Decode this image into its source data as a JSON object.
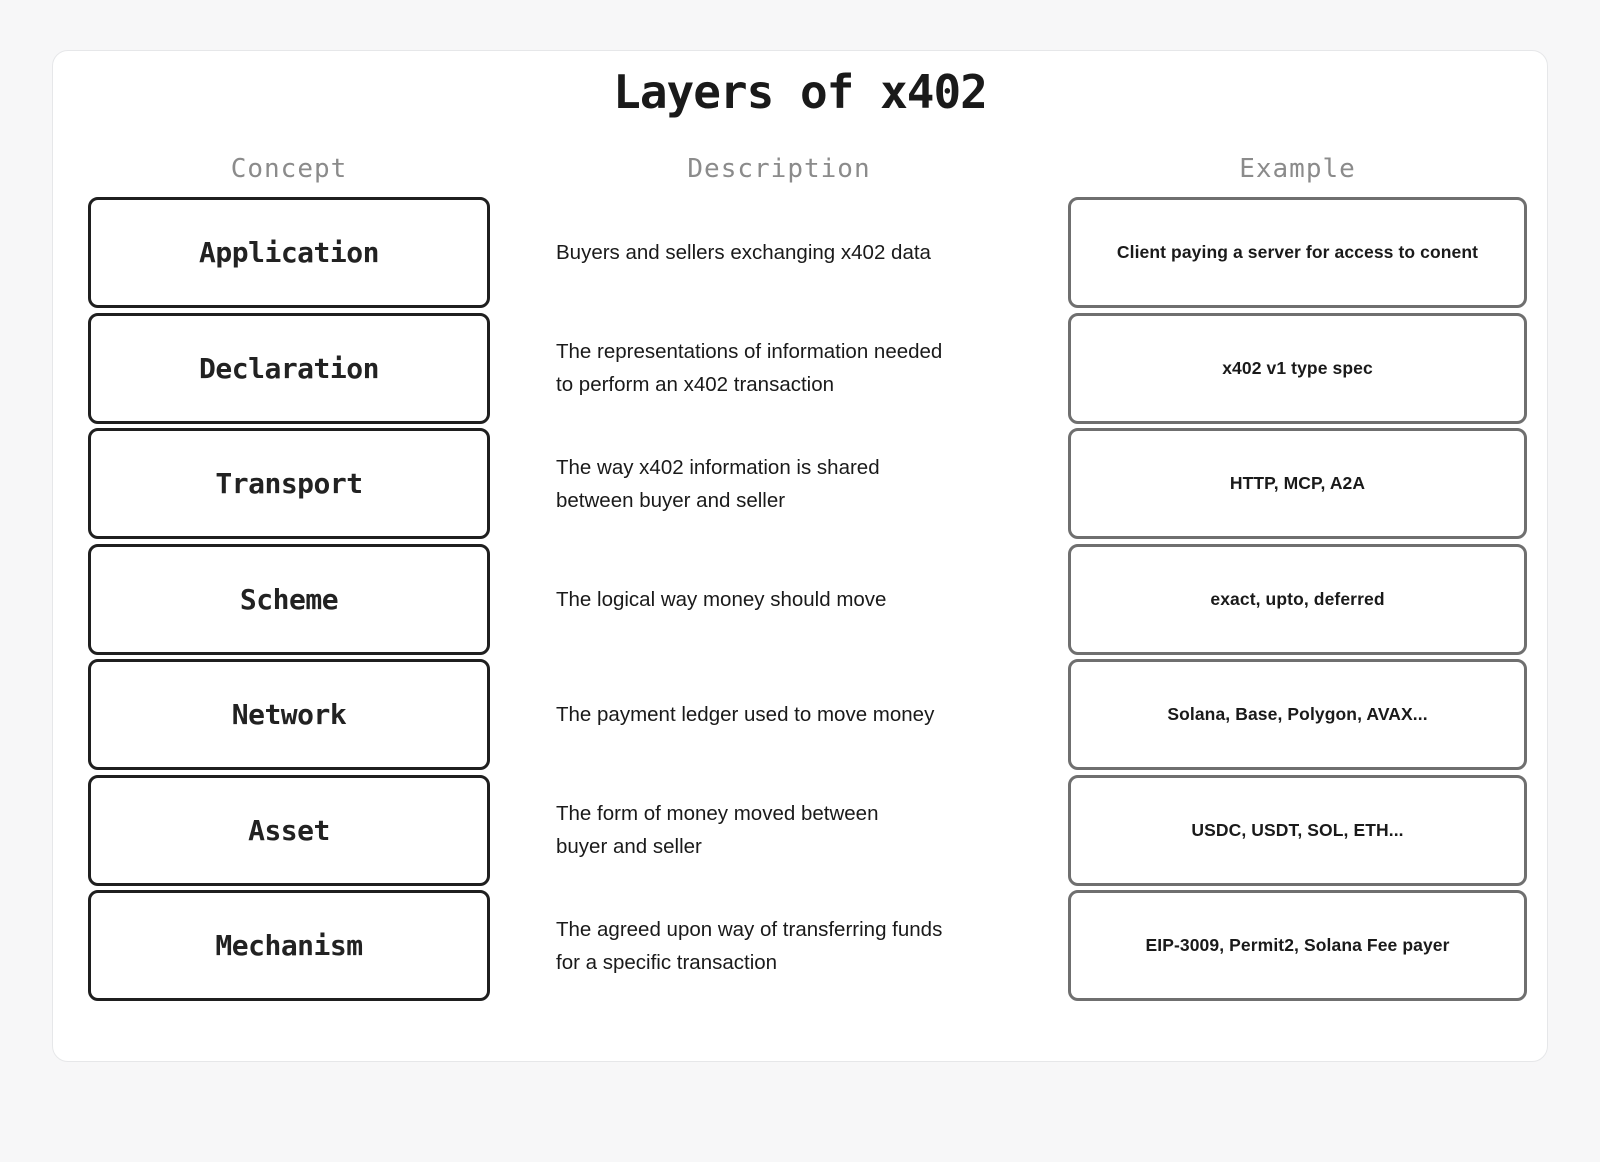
{
  "page": {
    "title": "Layers of x402"
  },
  "columns": [
    {
      "label": "Concept"
    },
    {
      "label": "Description"
    },
    {
      "label": "Example"
    }
  ],
  "colors": {
    "page_background": "#f7f7f8",
    "card_background": "#ffffff",
    "card_border": "#e6e7e9",
    "concept_box_border": "#1f1f1f",
    "example_box_border": "#6f6f6f",
    "header_text": "#8b8b8b",
    "body_text": "#1a1a1a"
  },
  "rows": [
    {
      "concept": "Application",
      "description": "Buyers and sellers exchanging x402 data",
      "example": "Client paying a server for access to conent"
    },
    {
      "concept": "Declaration",
      "description": "The representations of information needed\nto perform an x402 transaction",
      "example": "x402 v1 type spec"
    },
    {
      "concept": "Transport",
      "description": "The way x402 information is shared\nbetween buyer and seller",
      "example": "HTTP, MCP, A2A"
    },
    {
      "concept": "Scheme",
      "description": "The logical way money should move",
      "example": "exact, upto, deferred"
    },
    {
      "concept": "Network",
      "description": "The payment ledger used to move money",
      "example": "Solana, Base, Polygon, AVAX..."
    },
    {
      "concept": "Asset",
      "description": "The form of money moved between\nbuyer and seller",
      "example": "USDC, USDT, SOL, ETH..."
    },
    {
      "concept": "Mechanism",
      "description": "The agreed upon way of transferring funds\nfor a specific transaction",
      "example": "EIP-3009, Permit2, Solana Fee payer"
    }
  ]
}
